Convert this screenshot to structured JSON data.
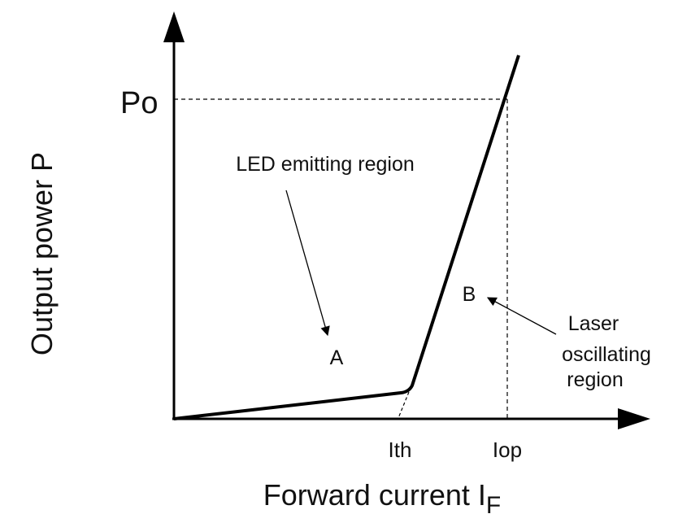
{
  "diagram": {
    "y_axis_label": "Output power P",
    "x_axis_label": "Forward current I",
    "x_axis_label_subscript": "F",
    "po_label": "Po",
    "ith_label": "Ith",
    "iop_label": "Iop",
    "led_region_label": "LED emitting region",
    "point_a_label": "A",
    "point_b_label": "B",
    "laser_region_label": [
      "Laser",
      "oscillating",
      "region"
    ]
  },
  "colors": {
    "line": "#000000",
    "text": "#111111",
    "background": "#ffffff"
  }
}
